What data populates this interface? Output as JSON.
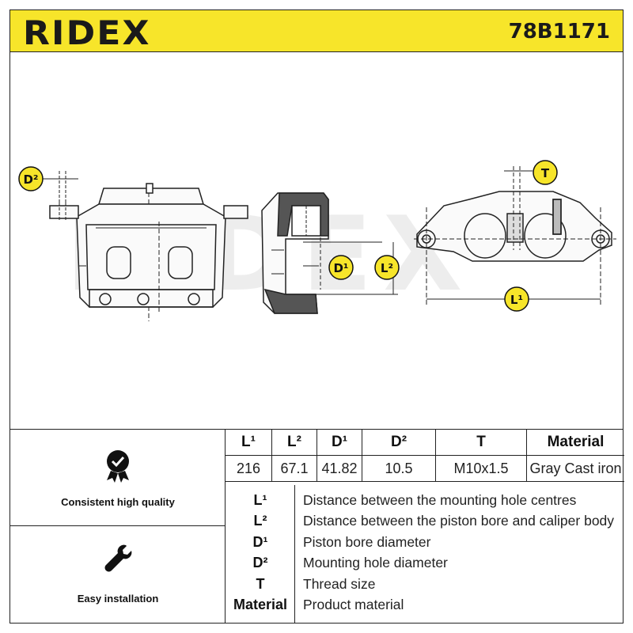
{
  "header": {
    "brand": "RIDEX",
    "part_number": "78B1171"
  },
  "drawing": {
    "watermark": "RIDEX",
    "labels": {
      "d2": "D²",
      "d1": "D¹",
      "l2": "L²",
      "t": "T",
      "l1": "L¹"
    }
  },
  "features": [
    {
      "label": "Consistent high quality",
      "icon": "quality-badge-icon"
    },
    {
      "label": "Easy installation",
      "icon": "wrench-icon"
    }
  ],
  "spec_table": {
    "headers": [
      "L¹",
      "L²",
      "D¹",
      "D²",
      "T",
      "Material"
    ],
    "values": [
      "216",
      "67.1",
      "41.82",
      "10.5",
      "M10x1.5",
      "Gray Cast iron"
    ]
  },
  "legend": [
    {
      "key": "L¹",
      "desc": "Distance between the mounting hole centres"
    },
    {
      "key": "L²",
      "desc": "Distance between the piston bore and caliper body"
    },
    {
      "key": "D¹",
      "desc": "Piston bore diameter"
    },
    {
      "key": "D²",
      "desc": "Mounting hole diameter"
    },
    {
      "key": "T",
      "desc": "Thread size"
    },
    {
      "key": "Material",
      "desc": "Product material"
    }
  ],
  "colors": {
    "brand_yellow": "#f7e52a",
    "line": "#222222"
  }
}
